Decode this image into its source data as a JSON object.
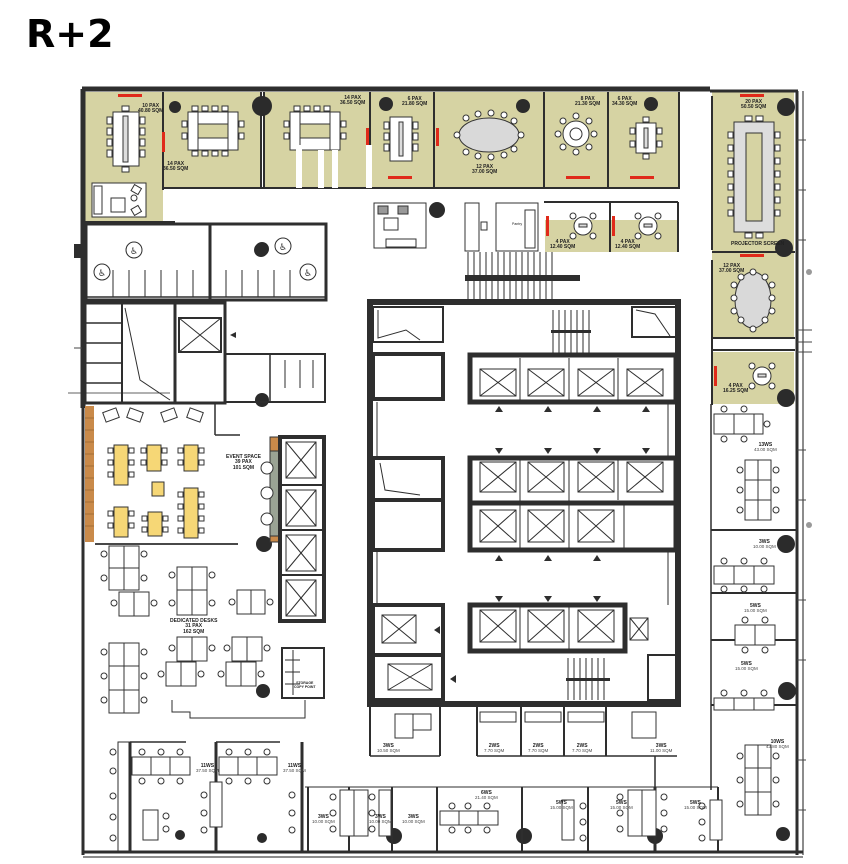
{
  "title": "R+2",
  "colors": {
    "meeting_room_fill": "#d6d3a3",
    "event_table_fill": "#f6d776",
    "wall": "#2e2e2e",
    "screen_red": "#e02a1a",
    "column": "#2b2b2b",
    "timber_wall": "#c98a4a"
  },
  "rooms": {
    "r10pax": {
      "pax": "10 PAX",
      "area": "40.80 SQM"
    },
    "r14pax_a": {
      "pax": "14 PAX",
      "area": "36.50 SQM"
    },
    "r14pax_b": {
      "pax": "14 PAX",
      "area": "36.50 SQM"
    },
    "r6pax_a": {
      "pax": "6 PAX",
      "area": "21.80 SQM"
    },
    "r12pax_top": {
      "pax": "12 PAX",
      "area": "37.00 SQM"
    },
    "r8pax": {
      "pax": "8 PAX",
      "area": "21.30 SQM"
    },
    "r6pax_b": {
      "pax": "6 PAX",
      "area": "34.30 SQM"
    },
    "r20pax": {
      "pax": "20 PAX",
      "area": "50.50 SQM",
      "note": "PROJECTOR SCREEN"
    },
    "r4pax_a": {
      "pax": "4 PAX",
      "area": "12.40 SQM"
    },
    "r4pax_b": {
      "pax": "4 PAX",
      "area": "12.40 SQM"
    },
    "r12pax_right": {
      "pax": "12 PAX",
      "area": "37.00 SQM"
    },
    "r4pax_right": {
      "pax": "4 PAX",
      "area": "16.25 SQM"
    },
    "event_space": {
      "name": "EVENT SPACE",
      "pax": "39 PAX",
      "area": "101 SQM"
    },
    "dedicated_desks": {
      "name": "DEDICATED DESKS",
      "pax": "31 PAX",
      "area": "162 SQM"
    },
    "storage": {
      "name": "STORAGE",
      "sub": "COPY POINT"
    },
    "pantry": {
      "name": "Pantry"
    }
  },
  "offices": {
    "ws11_a": {
      "label": "11WS",
      "area": "37.50 SQM"
    },
    "ws11_b": {
      "label": "11WS",
      "area": "37.50 SQM"
    },
    "ws3_core": {
      "label": "3WS",
      "area": "10.50 SQM"
    },
    "ws2_a": {
      "label": "2WS",
      "area": "7.70 SQM"
    },
    "ws2_b": {
      "label": "2WS",
      "area": "7.70 SQM"
    },
    "ws2_c": {
      "label": "2WS",
      "area": "7.70 SQM"
    },
    "ws3_core_b": {
      "label": "3WS",
      "area": "11.00 SQM"
    },
    "ws3_b1": {
      "label": "3WS",
      "area": "10.00 SQM"
    },
    "ws3_b2": {
      "label": "3WS",
      "area": "10.00 SQM"
    },
    "ws3_b3": {
      "label": "3WS",
      "area": "10.00 SQM"
    },
    "ws6_b": {
      "label": "6WS",
      "area": "21.40 SQM"
    },
    "ws5_b1": {
      "label": "5WS",
      "area": "15.00 SQM"
    },
    "ws5_b2": {
      "label": "5WS",
      "area": "15.00 SQM"
    },
    "ws5_b3": {
      "label": "5WS",
      "area": "15.00 SQM"
    },
    "ws10_br": {
      "label": "10WS",
      "area": "43.80 SQM"
    },
    "ws13_r": {
      "label": "13WS",
      "area": "43.00 SQM"
    },
    "ws3_r": {
      "label": "3WS",
      "area": "10.00 SQM"
    },
    "ws5_r1": {
      "label": "5WS",
      "area": "15.00 SQM"
    },
    "ws5_r2": {
      "label": "5WS",
      "area": "15.00 SQM"
    }
  }
}
